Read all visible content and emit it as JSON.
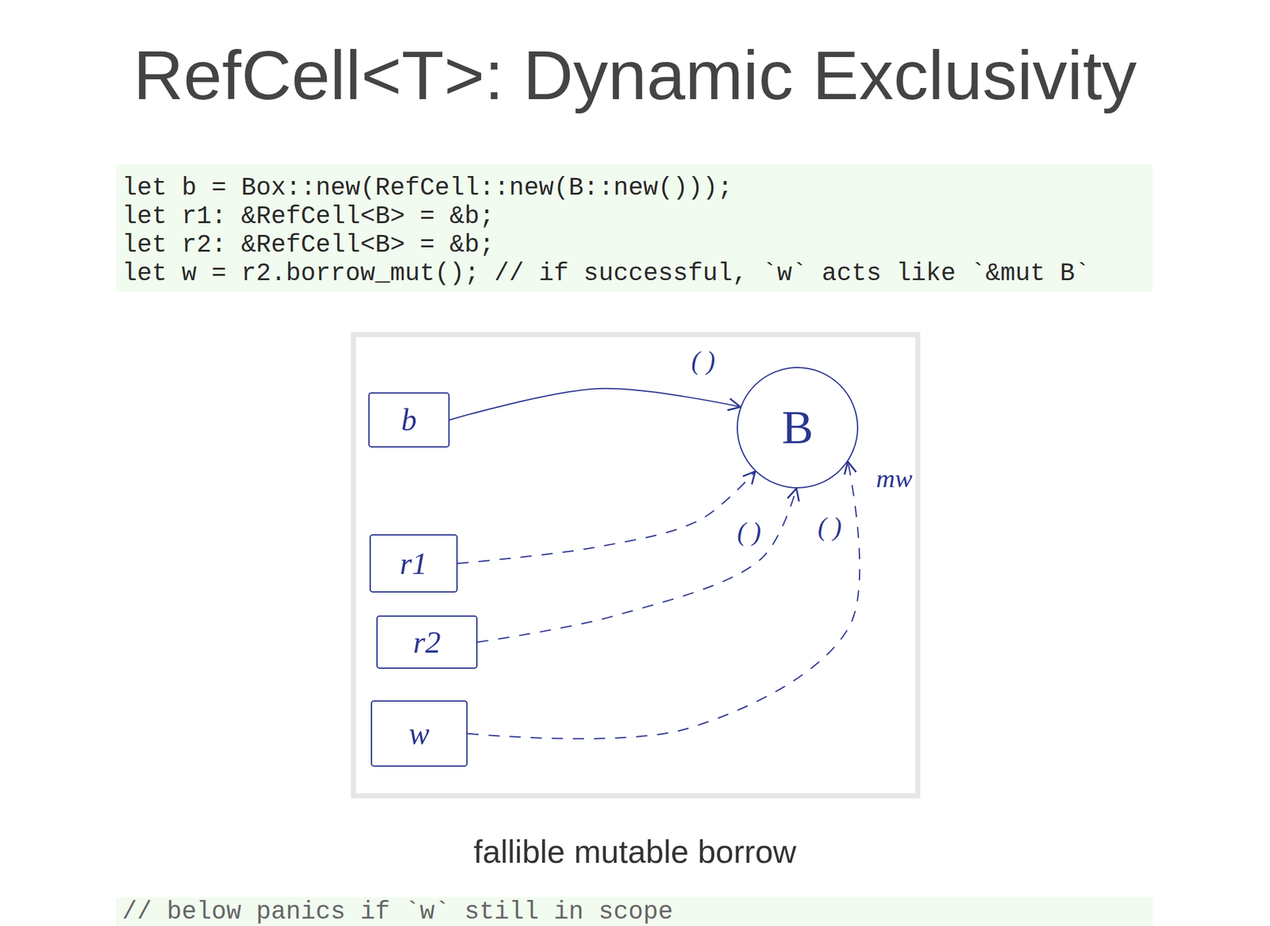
{
  "diagram": {
    "title": "RefCell<T>: Dynamic Exclusivity",
    "caption": "fallible mutable borrow",
    "nodes": [
      {
        "text": [
          "b"
        ]
      },
      {
        "text": [
          "B"
        ]
      },
      {
        "text": [
          "r1"
        ]
      },
      {
        "text": [
          "r2"
        ]
      },
      {
        "text": [
          "w"
        ]
      }
    ],
    "edges": [
      {
        "from": 0,
        "to": 1,
        "arrow": "to",
        "label": "( )"
      },
      {
        "from": 2,
        "to": 1,
        "arrow": "to",
        "label": "( )"
      },
      {
        "from": 3,
        "to": 1,
        "arrow": "to",
        "label": "( )"
      },
      {
        "from": 4,
        "to": 1,
        "arrow": "to",
        "label": "mw"
      }
    ],
    "labels": [
      "let b = Box::new(RefCell::new(B::new()));",
      "let r1: &RefCell<B> = &b;",
      "let r2: &RefCell<B> = &b;",
      "let w = r2.borrow_mut(); // if successful, `w` acts like `&mut B`",
      "// below panics if `w` still in scope"
    ]
  }
}
